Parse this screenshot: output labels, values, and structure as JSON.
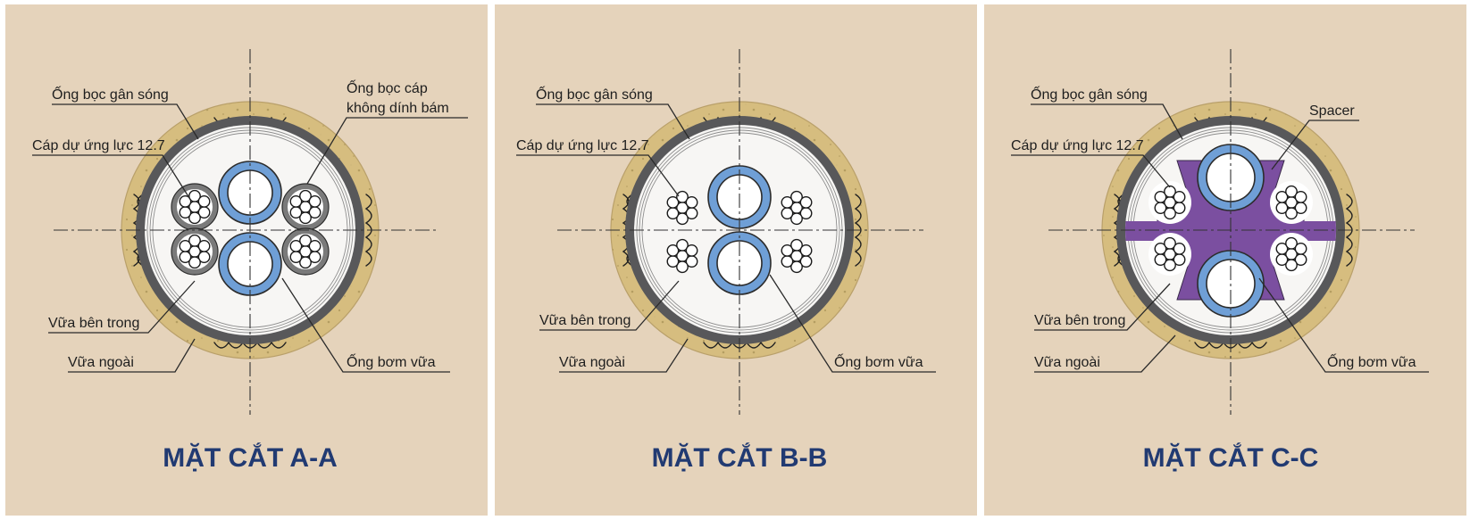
{
  "colors": {
    "background": "#e5d3bb",
    "outer_grout": "#d6bd7f",
    "duct": "#58585a",
    "grout_inner": "#f7f6f4",
    "grout_pipe": "#6f9fd6",
    "strand_sheath": "#7a7a7a",
    "spacer": "#7b4fa0",
    "title": "#213a72"
  },
  "sections": [
    {
      "id": "A",
      "title": "MẶT CẮT A-A",
      "variant": "sheathed",
      "labels": {
        "corrugated_duct": "Ống bọc gân sóng",
        "strand": "Cáp dự ứng lực 12.7",
        "inner_grout": "Vữa bên trong",
        "outer_grout": "Vữa ngoài",
        "sheath_line1": "Ống bọc cáp",
        "sheath_line2": "không dính bám",
        "grout_pipe": "Ống bơm vữa"
      }
    },
    {
      "id": "B",
      "title": "MẶT CẮT B-B",
      "variant": "bare",
      "labels": {
        "corrugated_duct": "Ống bọc gân sóng",
        "strand": "Cáp dự ứng lực 12.7",
        "inner_grout": "Vữa bên trong",
        "outer_grout": "Vữa ngoài",
        "grout_pipe": "Ống bơm vữa"
      }
    },
    {
      "id": "C",
      "title": "MẶT CẮT C-C",
      "variant": "spacer",
      "labels": {
        "corrugated_duct": "Ống bọc gân sóng",
        "strand": "Cáp dự ứng lực 12.7",
        "inner_grout": "Vữa bên trong",
        "outer_grout": "Vữa ngoài",
        "spacer": "Spacer",
        "grout_pipe": "Ống bơm vữa"
      }
    }
  ]
}
